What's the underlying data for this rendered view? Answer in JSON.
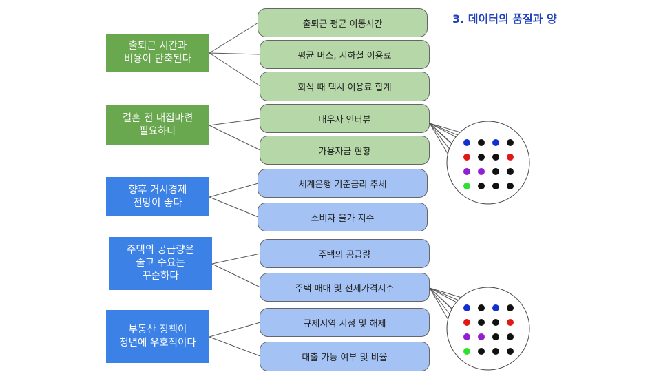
{
  "title": "3. 데이터의 품질과 양",
  "claims": [
    {
      "text": "출퇴근 시간과\n비용이 단축된다",
      "color": "green"
    },
    {
      "text": "결혼 전 내집마련\n필요하다",
      "color": "green"
    },
    {
      "text": "향후 거시경제\n전망이 좋다",
      "color": "blue"
    },
    {
      "text": "주택의 공급량은\n줄고 수요는\n꾸준하다",
      "color": "blue"
    },
    {
      "text": "부동산 정책이\n청년에 우호적이다",
      "color": "blue"
    }
  ],
  "items": [
    {
      "text": "출퇴근 평균 이동시간",
      "color": "green"
    },
    {
      "text": "평균 버스, 지하철 이용료",
      "color": "green"
    },
    {
      "text": "회식 때 택시 이용료 합계",
      "color": "green"
    },
    {
      "text": "배우자 인터뷰",
      "color": "green"
    },
    {
      "text": "가용자금 현황",
      "color": "green"
    },
    {
      "text": "세계은행 기준금리 추세",
      "color": "blue"
    },
    {
      "text": "소비자 물가 지수",
      "color": "blue"
    },
    {
      "text": "주택의 공급량",
      "color": "blue"
    },
    {
      "text": "주택 매매 및 전세가격지수",
      "color": "blue"
    },
    {
      "text": "규제지역 지정 및 해제",
      "color": "blue"
    },
    {
      "text": "대출 가능 여부 및 비율",
      "color": "blue"
    }
  ],
  "colors": {
    "black": "#111111",
    "blue": "#1030d0",
    "red": "#e01818",
    "purple": "#9020d0",
    "green": "#30e030"
  },
  "dot_grid": [
    [
      "blue",
      "black",
      "blue",
      "black"
    ],
    [
      "red",
      "black",
      "black",
      "red"
    ],
    [
      "purple",
      "purple",
      "black",
      "black"
    ],
    [
      "green",
      "black",
      "black",
      "black"
    ]
  ]
}
